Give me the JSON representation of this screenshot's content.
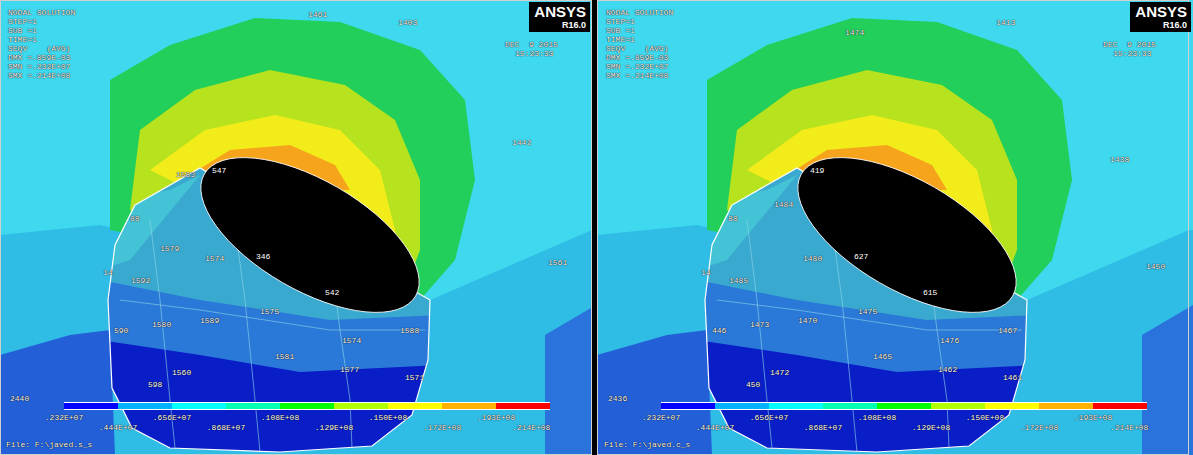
{
  "diagram": {
    "nodes": [
      {
        "text": [
          "ANSYS",
          "R16.0"
        ]
      },
      {
        "text": [
          "ANSYS",
          "R16.0"
        ]
      }
    ],
    "labels": [
      "NODAL SOLUTION",
      "STEP=1",
      "SUB =1",
      "TIME=1",
      "SEQV    (AVG)",
      "DMX =.859E-03",
      "SMN =.232E+07",
      "SMX =.214E+08",
      "DEC  9 2015",
      "15:23:33",
      "1461",
      "1403",
      "1442",
      "1561",
      "2440",
      "1583",
      "547",
      "1579",
      "1574",
      "346",
      "1592",
      "542",
      "1575",
      "1580",
      "1589",
      "1574",
      "1588",
      "1560",
      "1581",
      "1577",
      "1571",
      "598",
      "590",
      "14",
      "88",
      "File: F:\\javed.s_s",
      ".214E+08",
      "NODAL SOLUTION",
      "STEP=1",
      "SUB =1",
      "TIME=1",
      "SEQV    (AVG)",
      "DMX =.859E-03",
      "SMN =.232E+07",
      "SMX =.214E+08",
      "DEC  9 2015",
      "15:23:33",
      "1474",
      "1413",
      "1438",
      "1450",
      "2436",
      "1484",
      "419",
      "1480",
      "627",
      "1485",
      "615",
      "1475",
      "1473",
      "1470",
      "1476",
      "1467",
      "1472",
      "1465",
      "1462",
      "1461",
      "450",
      "446",
      "14",
      "88",
      "File: F:\\javed.c_s",
      ".214E+08"
    ],
    "legend": [
      {
        "text": ".232E+07",
        "color": "#0000ff"
      },
      {
        "text": ".444E+07",
        "color": "#00b2ff"
      },
      {
        "text": ".656E+07",
        "color": "#00ffff"
      },
      {
        "text": ".868E+07",
        "color": "#00ffb2"
      },
      {
        "text": ".108E+08",
        "color": "#00ff00"
      },
      {
        "text": ".129E+08",
        "color": "#b2ff00"
      },
      {
        "text": ".150E+08",
        "color": "#ffff00"
      },
      {
        "text": ".172E+08",
        "color": "#ffb200"
      },
      {
        "text": ".193E+08",
        "color": "#ff0000"
      },
      {
        "text": ".232E+07",
        "color": "#0000ff"
      },
      {
        "text": ".444E+07",
        "color": "#00b2ff"
      },
      {
        "text": ".656E+07",
        "color": "#00ffff"
      },
      {
        "text": ".868E+07",
        "color": "#00ffb2"
      },
      {
        "text": ".108E+08",
        "color": "#00ff00"
      },
      {
        "text": ".129E+08",
        "color": "#b2ff00"
      },
      {
        "text": ".150E+08",
        "color": "#ffff00"
      },
      {
        "text": ".172E+08",
        "color": "#ffb200"
      },
      {
        "text": ".193E+08",
        "color": "#ff0000"
      }
    ]
  }
}
